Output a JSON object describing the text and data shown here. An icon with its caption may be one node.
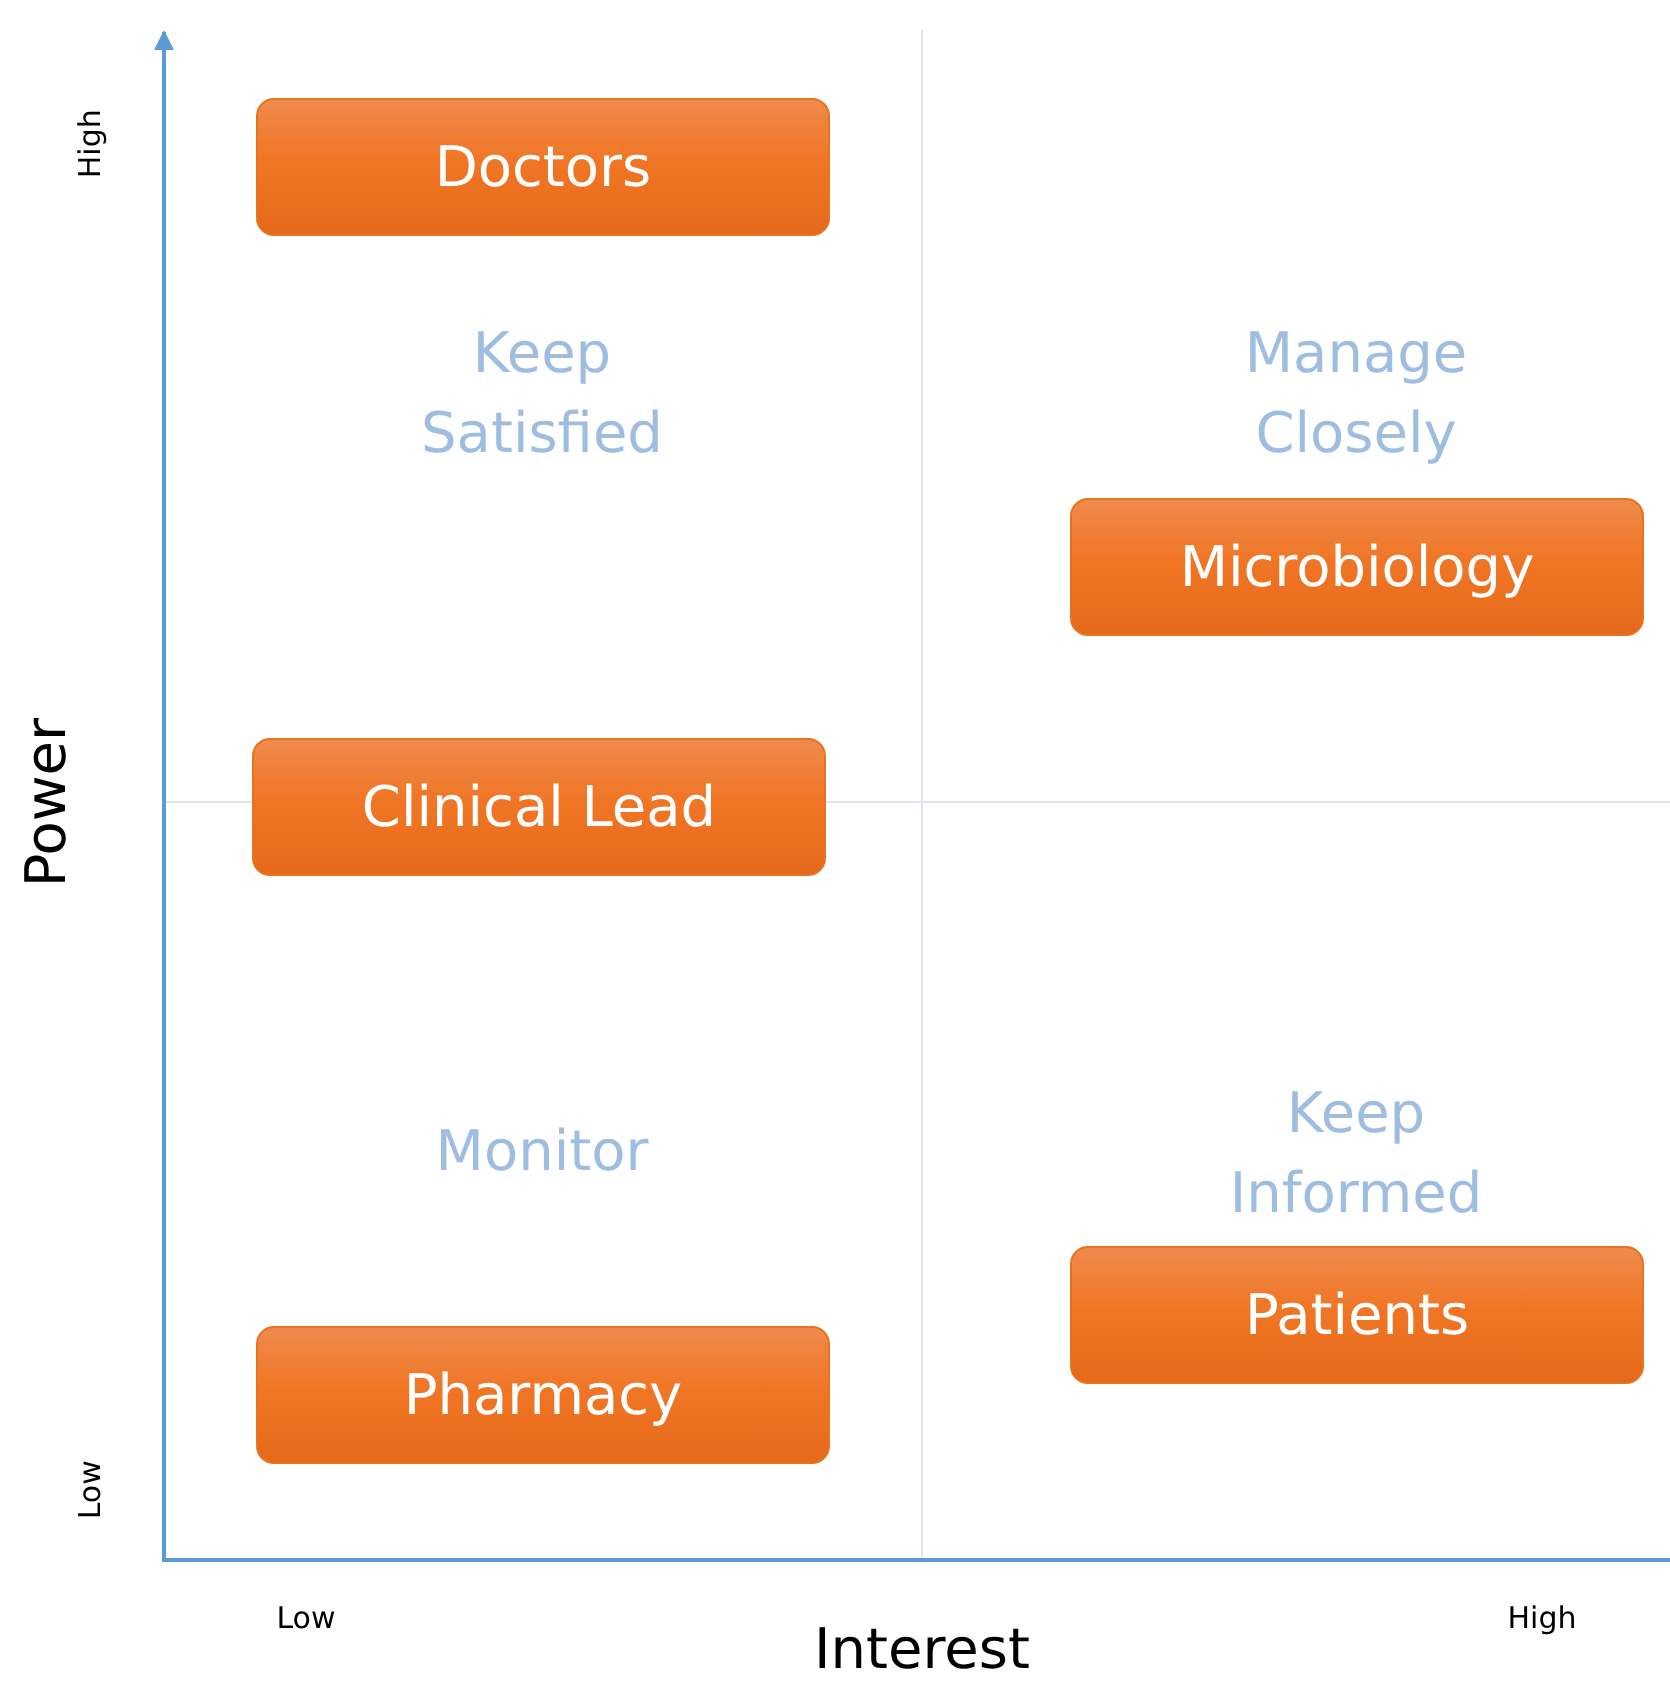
{
  "diagram": {
    "nodes": [
      {
        "text": [
          "Doctors"
        ]
      },
      {
        "text": [
          "Microbiology"
        ]
      },
      {
        "text": [
          "Clinical Lead"
        ]
      },
      {
        "text": [
          "Patients"
        ]
      },
      {
        "text": [
          "Pharmacy"
        ]
      }
    ],
    "edges": [],
    "labels": [
      "High",
      "Keep Satisfied",
      "Manage Closely",
      "Power",
      "Monitor",
      "Keep Informed",
      "Low",
      "Low",
      "High",
      "Interest"
    ]
  }
}
